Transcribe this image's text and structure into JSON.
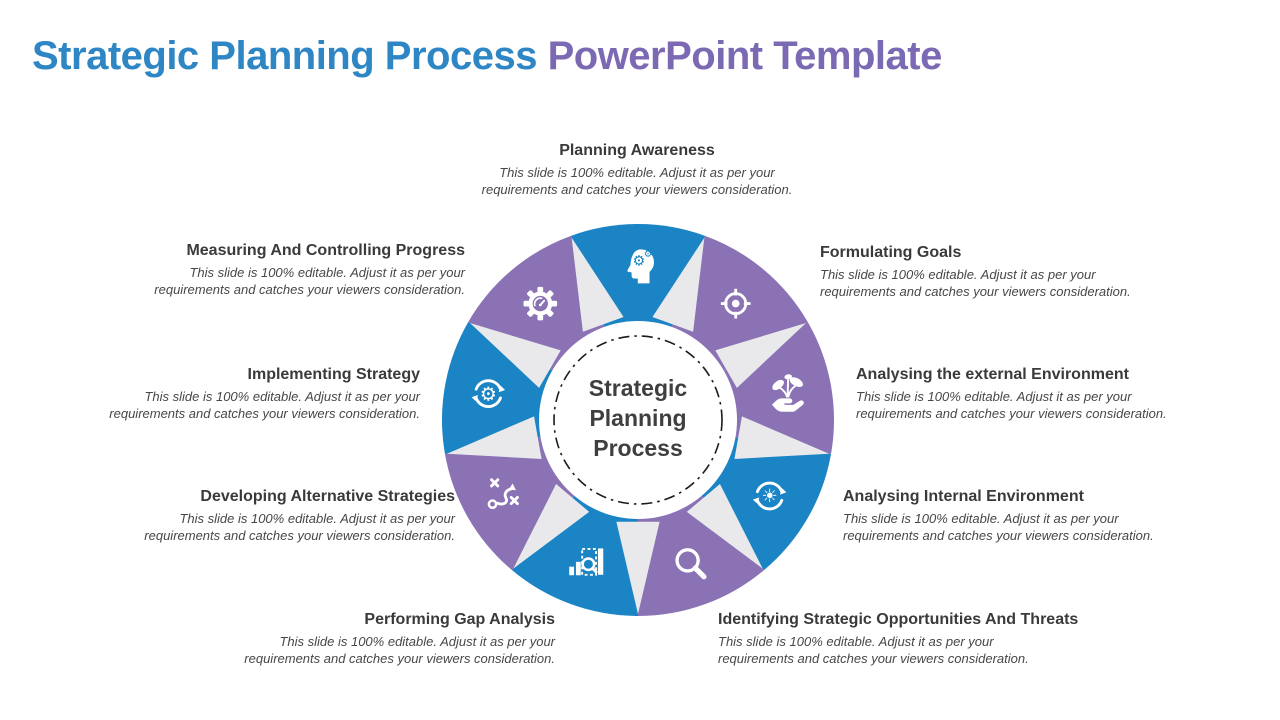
{
  "header": {
    "title_part1": "Strategic Planning Process",
    "title_part2": "PowerPoint Template",
    "part1_color": "#2e86c5",
    "part2_color": "#7c69b3"
  },
  "wheel": {
    "center_label": "Strategic Planning Process",
    "colors": {
      "blue": "#1b84c5",
      "purple": "#8a72b5",
      "wedge_gap_gray": "#e9e9eb",
      "center_text": "#3f3f3f"
    },
    "sectors": [
      {
        "id": "planning-awareness",
        "icon": "head-gears-icon",
        "color": "blue"
      },
      {
        "id": "formulating-goals",
        "icon": "target-icon",
        "color": "purple"
      },
      {
        "id": "analysing-external",
        "icon": "plant-hand-icon",
        "color": "purple"
      },
      {
        "id": "analysing-internal",
        "icon": "sun-cycle-icon",
        "color": "blue"
      },
      {
        "id": "identifying-threats",
        "icon": "magnifier-icon",
        "color": "purple"
      },
      {
        "id": "performing-gap",
        "icon": "bar-analysis-icon",
        "color": "blue"
      },
      {
        "id": "developing-strategies",
        "icon": "strategy-icon",
        "color": "purple"
      },
      {
        "id": "implementing-strategy",
        "icon": "cycle-gear-icon",
        "color": "blue"
      },
      {
        "id": "measuring-progress",
        "icon": "gauge-gear-icon",
        "color": "purple"
      }
    ]
  },
  "labels": [
    {
      "title": "Planning Awareness",
      "desc1": "This slide is 100% editable. Adjust it as per your",
      "desc2": "requirements and catches your viewers consideration."
    },
    {
      "title": "Formulating Goals",
      "desc1": "This slide is 100% editable. Adjust it as per your",
      "desc2": "requirements and catches your viewers consideration."
    },
    {
      "title": "Analysing the external Environment",
      "desc1": "This slide is 100% editable. Adjust it as per your",
      "desc2": "requirements and catches your viewers consideration."
    },
    {
      "title": "Analysing Internal Environment",
      "desc1": "This slide is 100% editable. Adjust it as per your",
      "desc2": "requirements and catches your viewers consideration."
    },
    {
      "title": "Identifying Strategic Opportunities And Threats",
      "desc1": "This slide is 100% editable. Adjust it as per your",
      "desc2": "requirements and catches your viewers consideration."
    },
    {
      "title": "Performing Gap Analysis",
      "desc1": "This slide is 100% editable. Adjust it as per your",
      "desc2": "requirements and catches your viewers consideration."
    },
    {
      "title": "Developing Alternative Strategies",
      "desc1": "This slide is 100% editable. Adjust it as per your",
      "desc2": "requirements and catches your viewers consideration."
    },
    {
      "title": "Implementing Strategy",
      "desc1": "This slide is 100% editable. Adjust it as per your",
      "desc2": "requirements and catches your viewers consideration."
    },
    {
      "title": "Measuring And Controlling Progress",
      "desc1": "This slide is 100% editable. Adjust it as per your",
      "desc2": "requirements and catches your viewers consideration."
    }
  ]
}
